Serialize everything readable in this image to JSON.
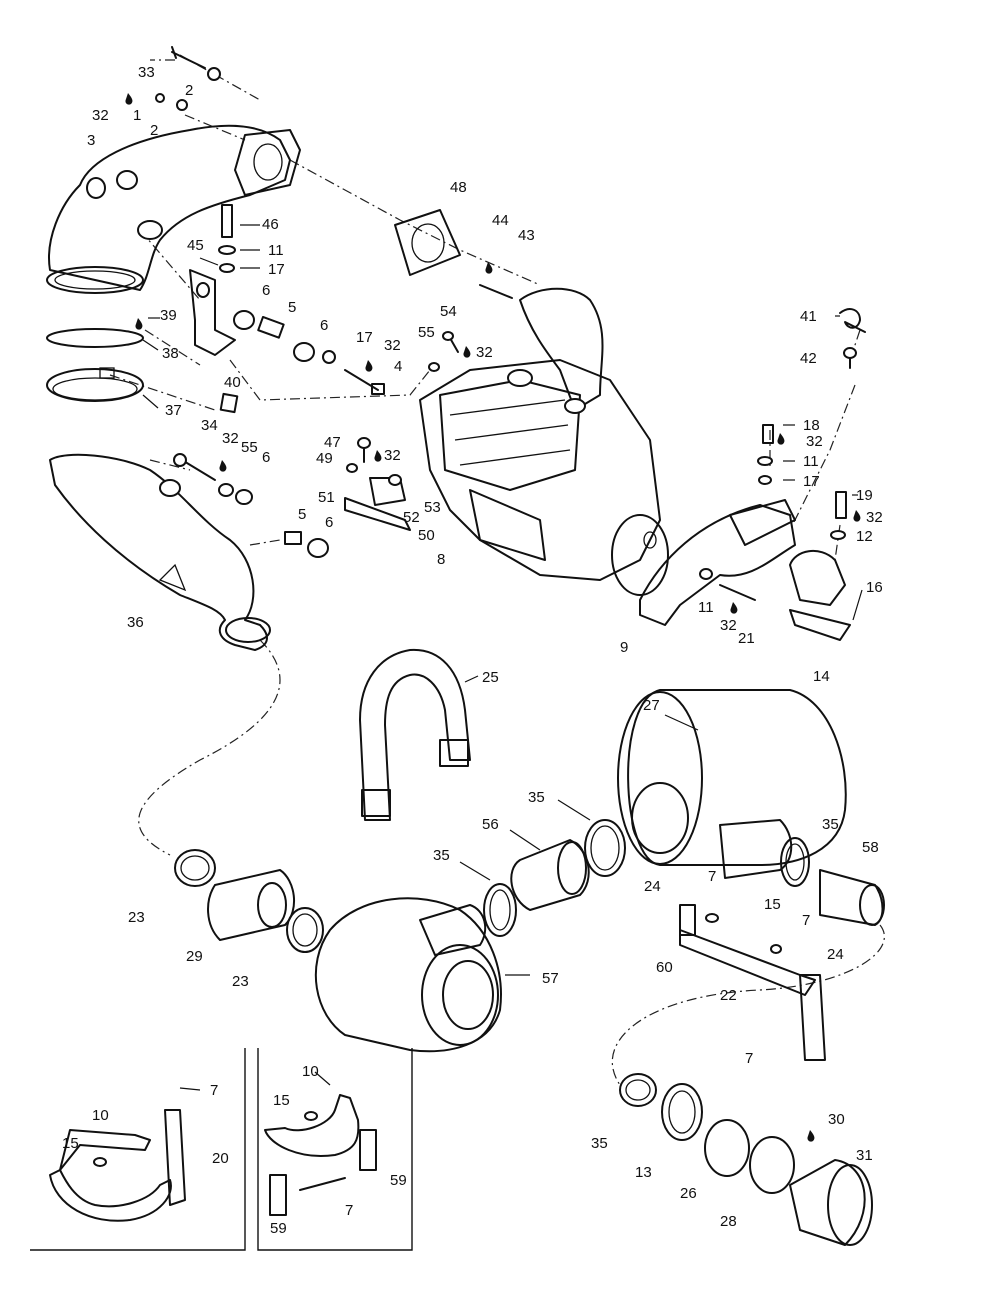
{
  "callouts": [
    "33",
    "2",
    "32",
    "1",
    "2",
    "3",
    "46",
    "11",
    "17",
    "45",
    "6",
    "5",
    "6",
    "17",
    "32",
    "4",
    "39",
    "38",
    "37",
    "40",
    "34",
    "32",
    "55",
    "6",
    "5",
    "6",
    "36",
    "48",
    "44",
    "43",
    "54",
    "55",
    "32",
    "47",
    "32",
    "49",
    "51",
    "52",
    "53",
    "50",
    "8",
    "41",
    "42",
    "18",
    "32",
    "11",
    "17",
    "19",
    "32",
    "12",
    "16",
    "11",
    "32",
    "21",
    "9",
    "25",
    "14",
    "27",
    "35",
    "56",
    "35",
    "35",
    "58",
    "23",
    "29",
    "23",
    "24",
    "7",
    "15",
    "7",
    "24",
    "60",
    "22",
    "57",
    "7",
    "7",
    "10",
    "15",
    "20",
    "10",
    "15",
    "59",
    "7",
    "59",
    "35",
    "13",
    "26",
    "28",
    "30",
    "31"
  ]
}
